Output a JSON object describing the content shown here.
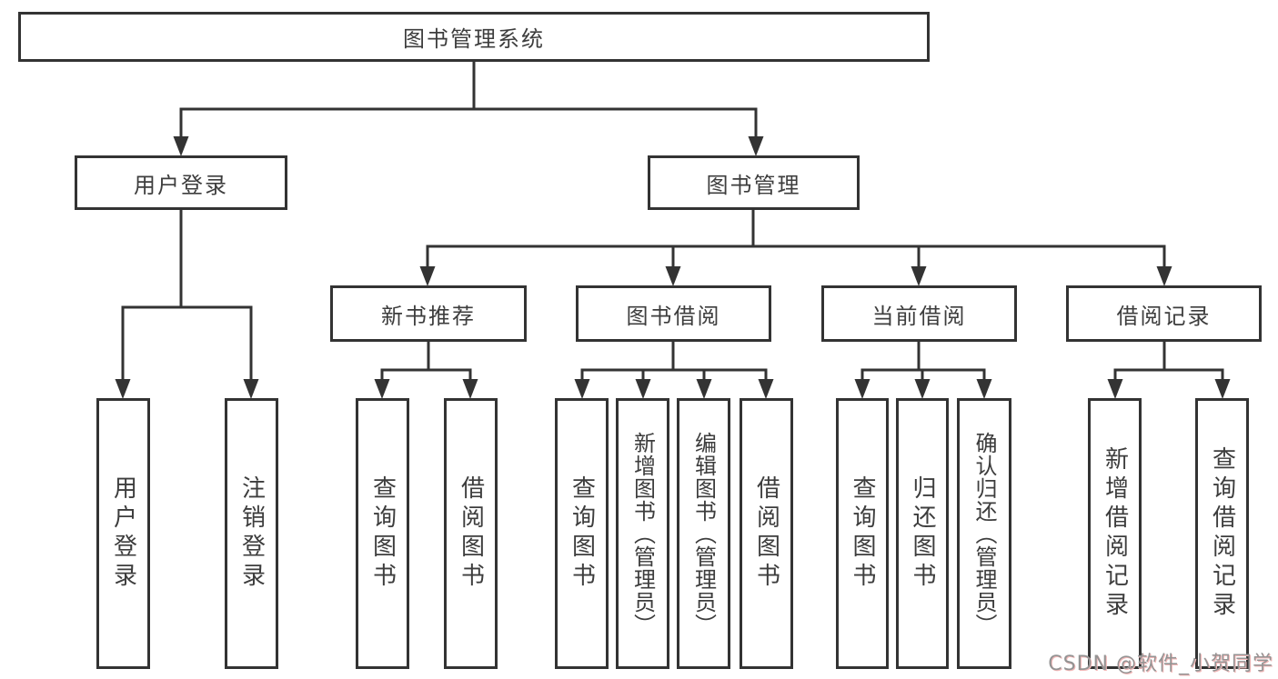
{
  "diagram": {
    "root": "图书管理系统",
    "level2": [
      "用户登录",
      "图书管理"
    ],
    "level3": [
      "新书推荐",
      "图书借阅",
      "当前借阅",
      "借阅记录"
    ],
    "leaves": {
      "user_login": [
        "用户登录",
        "注销登录"
      ],
      "new_book": [
        "查询图书",
        "借阅图书"
      ],
      "book_borrow": [
        "查询图书",
        "新增图书（管理员）",
        "编辑图书（管理员）",
        "借阅图书"
      ],
      "current_borrow": [
        "查询图书",
        "归还图书",
        "确认归还（管理员）"
      ],
      "borrow_record": [
        "新增借阅记录",
        "查询借阅记录"
      ]
    }
  },
  "watermark": "CSDN @软件_小贺同学",
  "colors": {
    "line": "#333333",
    "box_border": "#333333",
    "text": "#3d3d3d",
    "background": "#ffffff",
    "watermark_gray": "#949494",
    "watermark_pink": "#f3b8b8"
  }
}
